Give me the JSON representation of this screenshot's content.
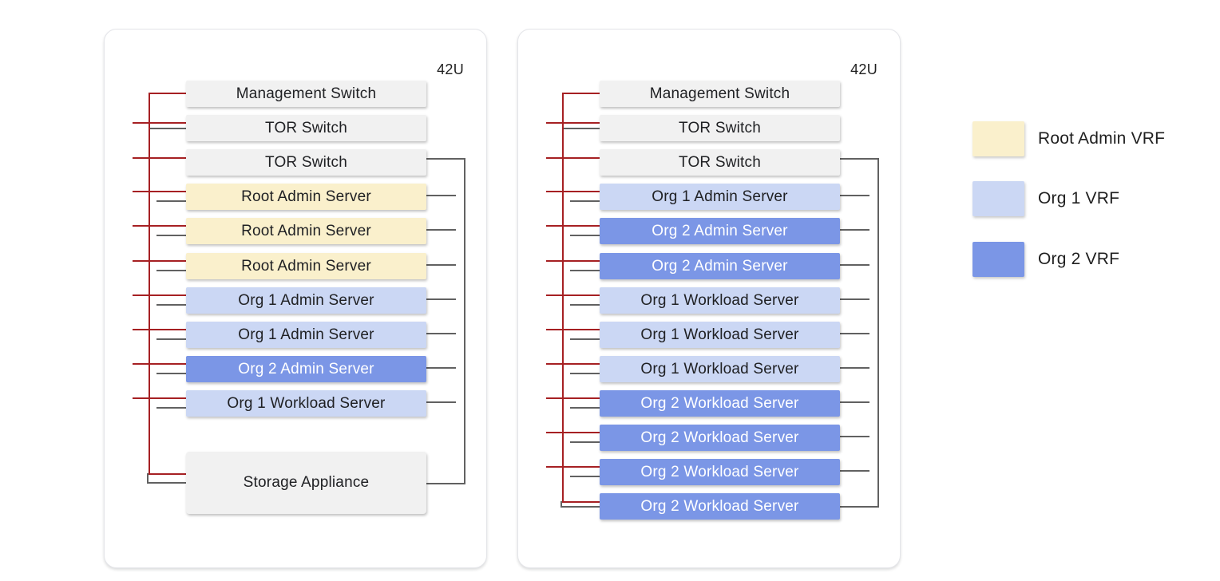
{
  "racks": [
    {
      "capacity_label": "42U",
      "units": [
        {
          "label": "Management Switch",
          "kind": "switch"
        },
        {
          "label": "TOR Switch",
          "kind": "switch"
        },
        {
          "label": "TOR Switch",
          "kind": "switch"
        },
        {
          "label": "Root Admin Server",
          "kind": "server",
          "vrf": "root-admin"
        },
        {
          "label": "Root Admin Server",
          "kind": "server",
          "vrf": "root-admin"
        },
        {
          "label": "Root Admin Server",
          "kind": "server",
          "vrf": "root-admin"
        },
        {
          "label": "Org 1 Admin Server",
          "kind": "server",
          "vrf": "org1"
        },
        {
          "label": "Org 1 Admin Server",
          "kind": "server",
          "vrf": "org1"
        },
        {
          "label": "Org 2 Admin Server",
          "kind": "server",
          "vrf": "org2"
        },
        {
          "label": "Org 1 Workload Server",
          "kind": "server",
          "vrf": "org1"
        },
        {
          "label": "Storage Appliance",
          "kind": "storage"
        }
      ]
    },
    {
      "capacity_label": "42U",
      "units": [
        {
          "label": "Management Switch",
          "kind": "switch"
        },
        {
          "label": "TOR Switch",
          "kind": "switch"
        },
        {
          "label": "TOR Switch",
          "kind": "switch"
        },
        {
          "label": "Org 1 Admin Server",
          "kind": "server",
          "vrf": "org1"
        },
        {
          "label": "Org 2 Admin Server",
          "kind": "server",
          "vrf": "org2"
        },
        {
          "label": "Org 2 Admin Server",
          "kind": "server",
          "vrf": "org2"
        },
        {
          "label": "Org 1 Workload Server",
          "kind": "server",
          "vrf": "org1"
        },
        {
          "label": "Org 1 Workload Server",
          "kind": "server",
          "vrf": "org1"
        },
        {
          "label": "Org 1 Workload Server",
          "kind": "server",
          "vrf": "org1"
        },
        {
          "label": "Org 2 Workload Server",
          "kind": "server",
          "vrf": "org2"
        },
        {
          "label": "Org 2 Workload Server",
          "kind": "server",
          "vrf": "org2"
        },
        {
          "label": "Org 2 Workload Server",
          "kind": "server",
          "vrf": "org2"
        },
        {
          "label": "Org 2 Workload Server",
          "kind": "server",
          "vrf": "org2"
        }
      ]
    }
  ],
  "legend": {
    "items": [
      {
        "label": "Root Admin VRF",
        "vrf": "root-admin",
        "color": "#FAF0CC"
      },
      {
        "label": "Org 1 VRF",
        "vrf": "org1",
        "color": "#CBD7F4"
      },
      {
        "label": "Org 2 VRF",
        "vrf": "org2",
        "color": "#7B96E6"
      }
    ]
  },
  "colors": {
    "root_admin_vrf": "#FAF0CC",
    "org1_vrf": "#CBD7F4",
    "org2_vrf": "#7B96E6",
    "switch_fill": "#F1F1F1",
    "management_network_line": "#A62023",
    "data_network_line": "#616161"
  }
}
